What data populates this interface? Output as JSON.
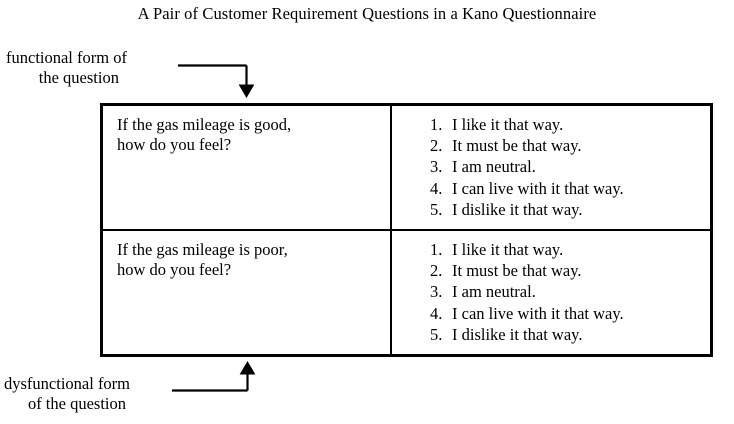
{
  "title": "A Pair of Customer Requirement Questions in a Kano Questionnaire",
  "annotations": {
    "functional": {
      "line1": "functional form of",
      "line2": "the question"
    },
    "dysfunctional": {
      "line1": "dysfunctional form",
      "line2": "of the question"
    }
  },
  "table": {
    "rows": [
      {
        "question": "If the gas mileage is good,\nhow do you feel?",
        "answers": [
          {
            "number": "1.",
            "text": "I like it that way."
          },
          {
            "number": "2.",
            "text": "It must be that way."
          },
          {
            "number": "3.",
            "text": "I am neutral."
          },
          {
            "number": "4.",
            "text": "I can live with it that way."
          },
          {
            "number": "5.",
            "text": "I dislike it that way."
          }
        ]
      },
      {
        "question": "If the gas mileage is poor,\nhow do you feel?",
        "answers": [
          {
            "number": "1.",
            "text": "I like it that way."
          },
          {
            "number": "2.",
            "text": "It must be that way."
          },
          {
            "number": "3.",
            "text": "I am neutral."
          },
          {
            "number": "4.",
            "text": "I can live with it that way."
          },
          {
            "number": "5.",
            "text": "I dislike it that way."
          }
        ]
      }
    ]
  },
  "colors": {
    "background": "#ffffff",
    "ink": "#000000"
  }
}
